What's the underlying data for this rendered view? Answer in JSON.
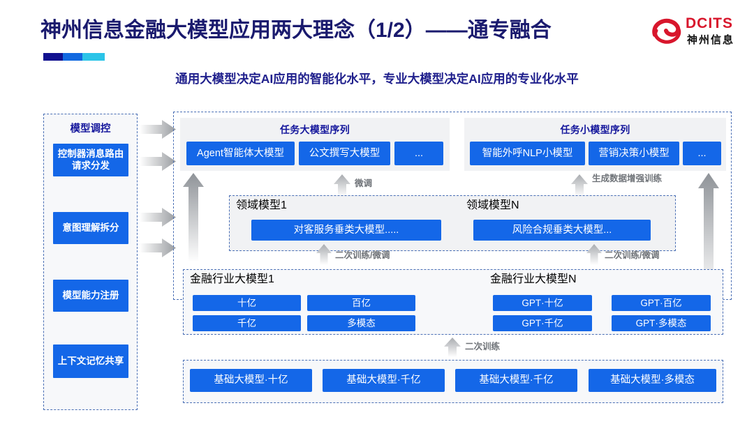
{
  "header": {
    "title": "神州信息金融大模型应用两大理念（1/2）——通专融合",
    "subtitle": "通用大模型决定AI应用的智能化水平，专业大模型决定AI应用的专业化水平",
    "accent_colors": [
      "#11118f",
      "#1269e0",
      "#2bc4e8"
    ],
    "logo": {
      "wordmark": "DCITS",
      "cn_name": "神州信息",
      "mark_color": "#d8162c",
      "icon": "dcits-swirl-logo"
    }
  },
  "sidebar": {
    "title": "模型调控",
    "items": [
      {
        "label": "控制器消息路由请求分发"
      },
      {
        "label": "意图理解拆分"
      },
      {
        "label": "模型能力注册"
      },
      {
        "label": "上下文记忆共享"
      }
    ],
    "arrow_count": 4,
    "arrow_icon": "arrow-right-icon"
  },
  "diagram": {
    "task_large": {
      "title": "任务大模型序列",
      "chips": [
        "Agent智能体大模型",
        "公文撰写大模型",
        "..."
      ]
    },
    "task_small": {
      "title": "任务小模型序列",
      "chips": [
        "智能外呼NLP小模型",
        "营销决策小模型",
        "..."
      ]
    },
    "domain": {
      "left": {
        "title": "领域模型1",
        "chip": "对客服务垂类大模型....."
      },
      "right": {
        "title": "领域模型N",
        "chip": "风险合规垂类大模型..."
      }
    },
    "industry": {
      "left": {
        "title": "金融行业大模型1",
        "chips": [
          "十亿",
          "百亿",
          "千亿",
          "多模态"
        ]
      },
      "right": {
        "title": "金融行业大模型N",
        "chips": [
          "GPT·十亿",
          "GPT·百亿",
          "GPT·千亿",
          "GPT·多模态"
        ]
      }
    },
    "foundation": {
      "chips": [
        "基础大模型·十亿",
        "基础大模型·千亿",
        "基础大模型·千亿",
        "基础大模型·多模态"
      ]
    },
    "arrow_labels": {
      "finetune": "微调",
      "data_aug": "生成数据增强训练",
      "retrain_finetune_left": "二次训练/微调",
      "retrain_finetune_right": "二次训练/微调",
      "retrain": "二次训练"
    }
  },
  "colors": {
    "chip_blue": "#1467e8",
    "title_navy": "#1a1a6e",
    "panel_gray": "#f1f2f4",
    "dash_border": "#4a6fb5",
    "arrow_gray": "#a9acb0"
  }
}
